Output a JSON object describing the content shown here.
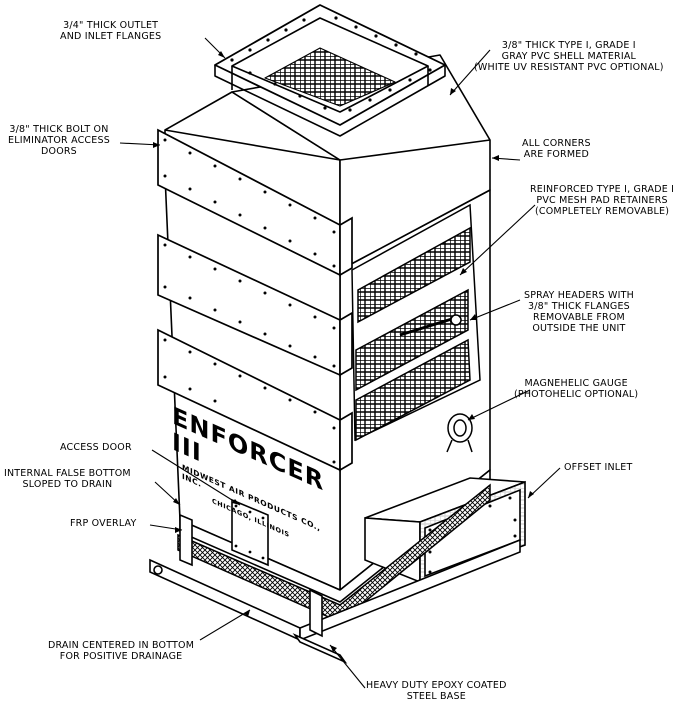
{
  "labels": {
    "outlet_flanges": [
      "3/4\" THICK OUTLET",
      "AND INLET FLANGES"
    ],
    "shell_material": [
      "3/8\" THICK TYPE I, GRADE I",
      "GRAY PVC SHELL MATERIAL",
      "(WHITE UV RESISTANT PVC OPTIONAL)"
    ],
    "access_doors": [
      "3/8\" THICK BOLT ON",
      "ELIMINATOR ACCESS",
      "DOORS"
    ],
    "corners": [
      "ALL CORNERS",
      "ARE FORMED"
    ],
    "pad_retainers": [
      "REINFORCED TYPE I, GRADE I",
      "PVC MESH PAD RETAINERS",
      "(COMPLETELY REMOVABLE)"
    ],
    "spray_headers": [
      "SPRAY HEADERS WITH",
      "3/8\" THICK FLANGES",
      "REMOVABLE FROM",
      "OUTSIDE THE UNIT"
    ],
    "gauge": [
      "MAGNEHELIC GAUGE",
      "(PHOTOHELIC OPTIONAL)"
    ],
    "access_door": [
      "ACCESS DOOR"
    ],
    "false_bottom": [
      "INTERNAL FALSE BOTTOM",
      "SLOPED TO DRAIN"
    ],
    "frp": [
      "FRP OVERLAY"
    ],
    "offset_inlet": [
      "OFFSET INLET"
    ],
    "drain": [
      "DRAIN CENTERED IN BOTTOM",
      "FOR POSITIVE DRAINAGE"
    ],
    "base": [
      "HEAVY DUTY EPOXY COATED",
      "STEEL BASE"
    ]
  },
  "brand": {
    "name": "ENFORCER III",
    "maker": "MIDWEST AIR PRODUCTS CO., INC.",
    "city": "CHICAGO, ILLINOIS"
  }
}
